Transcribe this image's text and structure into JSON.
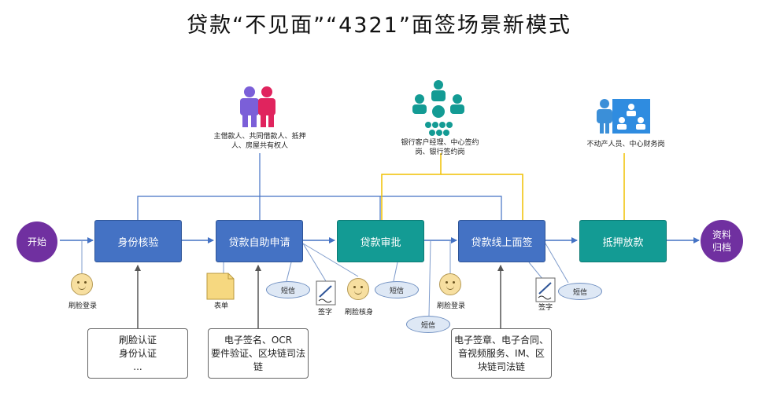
{
  "title": "贷款“不见面”“4321”面签场景新模式",
  "nodes": {
    "start": "开始",
    "identity": "身份核验",
    "apply": "贷款自助申请",
    "approve": "贷款审批",
    "sign": "贷款线上面签",
    "release": "抵押放款",
    "archive": "资料归档"
  },
  "roles": {
    "borrowers": "主借款人、共同借款人、抵押人、房屋共有权人",
    "bank": "银行客户经理、中心签约岗、银行签约岗",
    "center": "不动产人员、中心财务岗"
  },
  "labels": {
    "face_login_1": "刷脸登录",
    "form": "表单",
    "sms_1": "短信",
    "signature_1": "签字",
    "face_verify": "刷脸核身",
    "sms_2": "短信",
    "sms_3": "短信",
    "face_login_2": "刷脸登录",
    "signature_2": "签字",
    "sms_4": "短信"
  },
  "notes": {
    "identity": [
      "刷脸认证",
      "身份认证",
      "..."
    ],
    "apply": [
      "电子签名、OCR",
      "要件验证、区块链司法",
      "链"
    ],
    "sign": [
      "电子签章、电子合同、",
      "音视频服务、IM、区",
      "块链司法链"
    ]
  },
  "colors": {
    "blue_node": "#4472c4",
    "teal_node": "#139b94",
    "circle": "#7030a0",
    "blue_line": "#4472c4",
    "yellow_line": "#f0c000"
  }
}
